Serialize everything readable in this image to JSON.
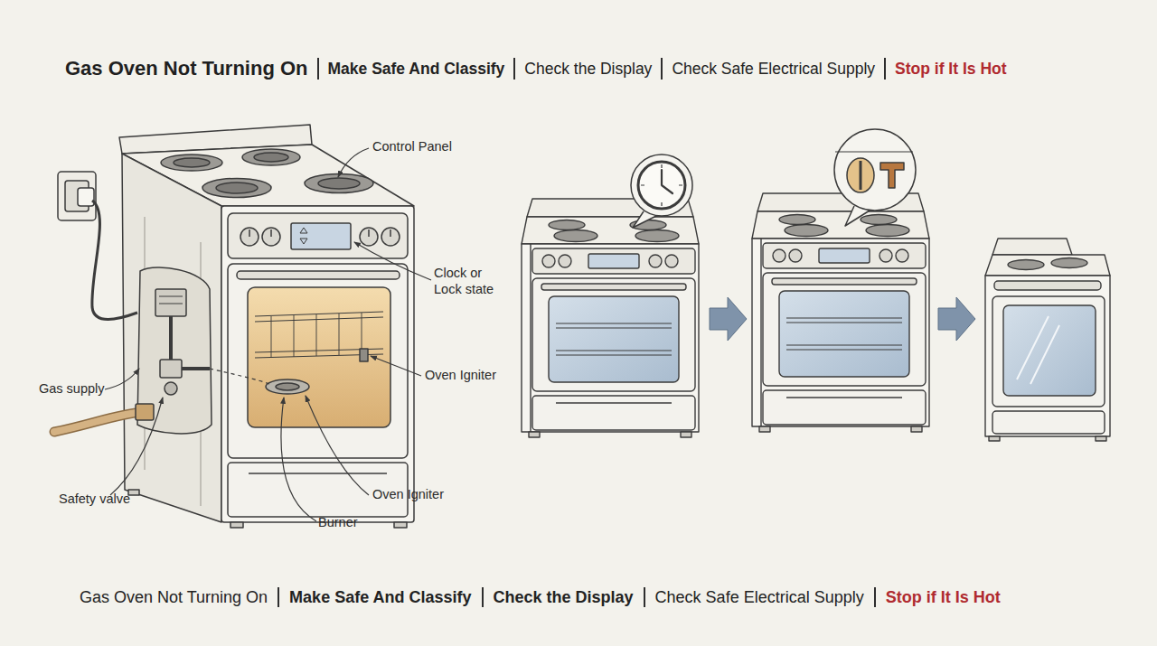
{
  "diagram": {
    "title": "Gas Oven Not Turning On",
    "labels": [
      "Make Safe And Classify",
      "Check the Display",
      "Check Safe Electrical Supply",
      "Stop if It Is Hot",
      "Control Panel",
      "Clock or Lock state",
      "Gas supply",
      "Oven Igniter",
      "Safety valve",
      "Oven Igniter",
      "Burner",
      "Gas Oven Not Turning On",
      "Make Safe And Classify",
      "Check the Display",
      "Check Safe Electrical Supply",
      "Stop if It Is Hot"
    ]
  }
}
